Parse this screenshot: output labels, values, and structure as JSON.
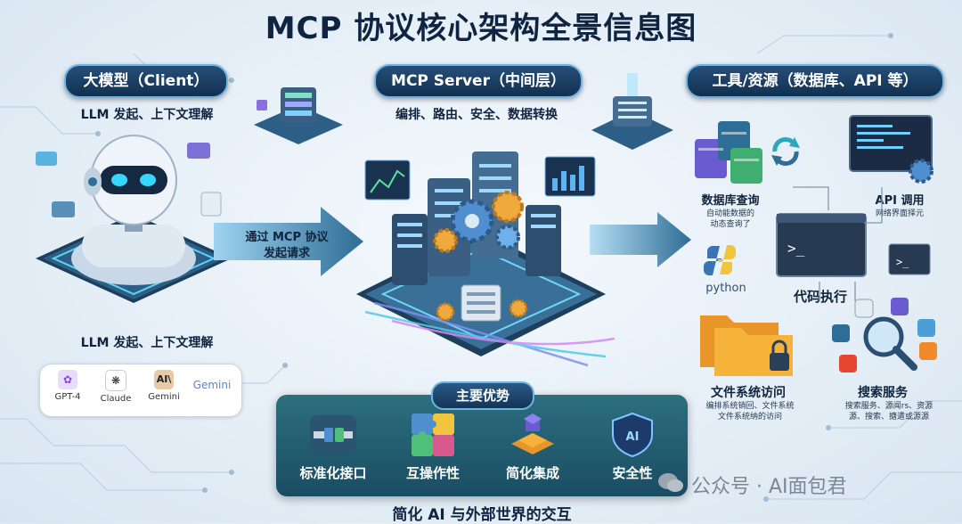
{
  "title": "MCP 协议核心架构全景信息图",
  "client": {
    "pill": "大模型（Client）",
    "subtitle_top": "LLM 发起、上下文理解",
    "subtitle_bottom": "LLM 发起、上下文理解",
    "logos": [
      "GPT-4",
      "Claude",
      "Gemini",
      "Gemini"
    ]
  },
  "server": {
    "pill": "MCP Server（中间层）",
    "subtitle": "编排、路由、安全、数据转换"
  },
  "tools": {
    "pill": "工具/资源（数据库、API 等）",
    "db_label": "数据库查询",
    "db_sub1": "自动能数据的",
    "db_sub2": "动态查询了",
    "api_label": "API 调用",
    "api_sub": "网络界面择元",
    "python_label": "python",
    "code_label": "代码执行",
    "file_label": "文件系统访问",
    "file_sub1": "编排系统销回、文件系统",
    "file_sub2": "文件系统纳的访问",
    "search_label": "搜索服务",
    "search_sub1": "搜索服务、源闻rs、资源",
    "search_sub2": "源、搜索、搪遣或源源"
  },
  "arrow_label_line1": "通过 MCP 协议",
  "arrow_label_line2": "发起请求",
  "advantages": {
    "title": "主要优势",
    "items": [
      "标准化接口",
      "互操作性",
      "简化集成",
      "安全性"
    ],
    "security_icon_text": "AI"
  },
  "bottom_caption": "简化 AI 与外部世界的交互",
  "watermark": "公众号 · AI面包君",
  "colors": {
    "navy": "#12304f",
    "accent": "#6fb3e3",
    "teal": "#1a4c62",
    "arrow": "#2e6d96"
  }
}
